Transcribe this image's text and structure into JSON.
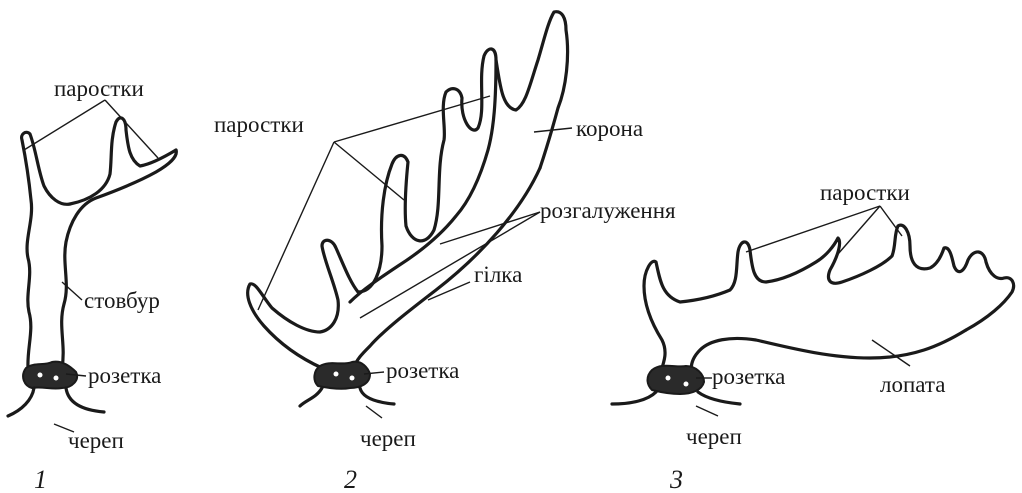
{
  "figure": {
    "antler_1": {
      "number": "1",
      "labels": {
        "tines": "паростки",
        "beam": "стовбур",
        "burr": "розетка",
        "skull": "череп"
      }
    },
    "antler_2": {
      "number": "2",
      "labels": {
        "tines": "паростки",
        "crown": "корона",
        "branching": "розгалуження",
        "branch": "гілка",
        "burr": "розетка",
        "skull": "череп"
      }
    },
    "antler_3": {
      "number": "3",
      "labels": {
        "tines": "паростки",
        "burr": "розетка",
        "palm": "лопата",
        "skull": "череп"
      }
    }
  }
}
